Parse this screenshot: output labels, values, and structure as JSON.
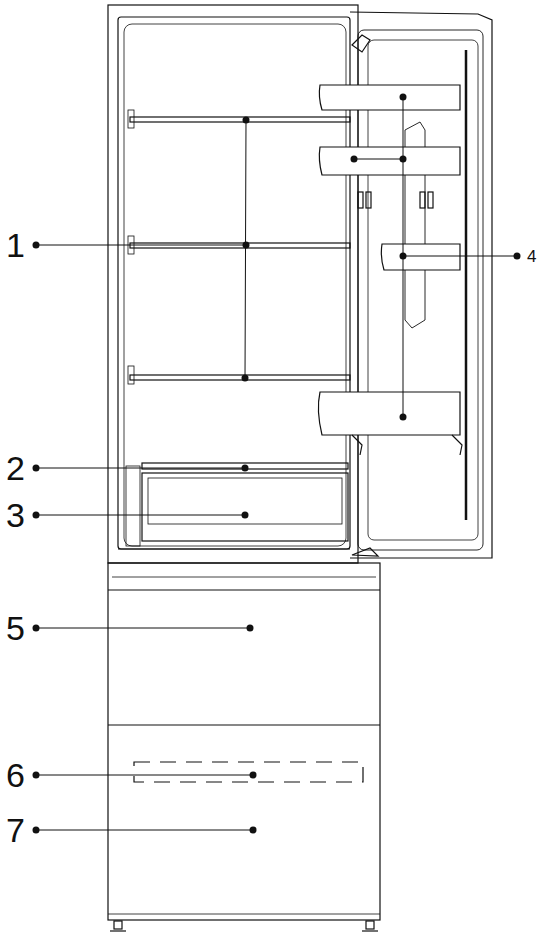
{
  "diagram": {
    "labels": [
      "1",
      "2",
      "3",
      "4",
      "5",
      "6",
      "7"
    ]
  }
}
